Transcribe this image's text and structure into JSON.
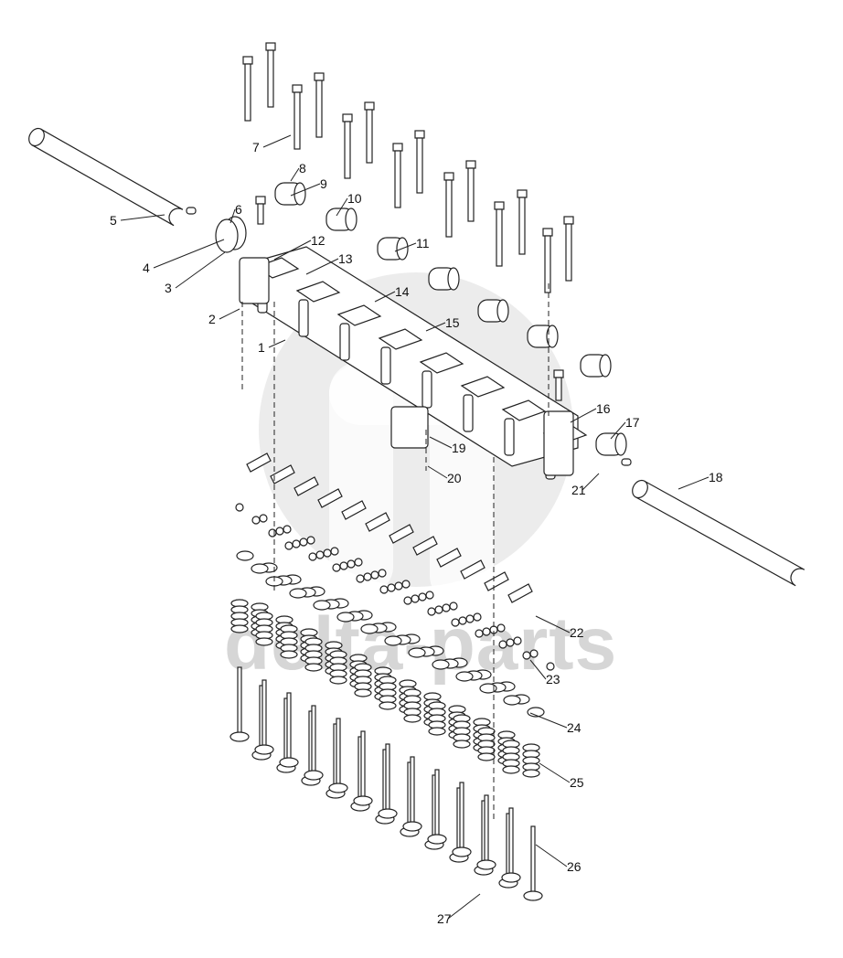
{
  "watermark": {
    "text": "delta-parts"
  },
  "callouts": [
    "1",
    "2",
    "3",
    "4",
    "5",
    "6",
    "7",
    "8",
    "9",
    "10",
    "11",
    "12",
    "13",
    "14",
    "15",
    "16",
    "17",
    "18",
    "19",
    "20",
    "21",
    "22",
    "23",
    "24",
    "25",
    "26",
    "27"
  ]
}
